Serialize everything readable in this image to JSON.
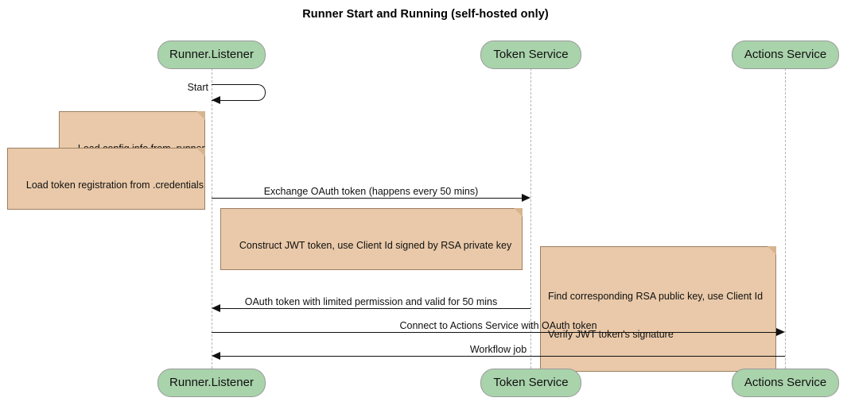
{
  "title": "Runner Start and Running (self-hosted only)",
  "colors": {
    "participant_fill": "#a9d3ab",
    "participant_border": "#9a9a9a",
    "note_fill": "#e9c9a9",
    "note_border": "#9c7f63",
    "lifeline": "#b5b5b5",
    "arrow": "#111111",
    "background": "#ffffff"
  },
  "participants": [
    {
      "id": "runner",
      "label": "Runner.Listener"
    },
    {
      "id": "token",
      "label": "Token Service"
    },
    {
      "id": "actions",
      "label": "Actions Service"
    }
  ],
  "participants_bottom": [
    {
      "id": "runner",
      "label": "Runner.Listener"
    },
    {
      "id": "token",
      "label": "Token Service"
    },
    {
      "id": "actions",
      "label": "Actions Service"
    }
  ],
  "messages": [
    {
      "id": "start",
      "label": "Start",
      "from": "runner",
      "to": "runner",
      "type": "self"
    },
    {
      "id": "exchange",
      "label": "Exchange OAuth token (happens every 50 mins)",
      "from": "runner",
      "to": "token",
      "direction": "right"
    },
    {
      "id": "oauth-return",
      "label": "OAuth token with limited permission and valid for 50 mins",
      "from": "token",
      "to": "runner",
      "direction": "left"
    },
    {
      "id": "connect",
      "label": "Connect to Actions Service with OAuth token",
      "from": "runner",
      "to": "actions",
      "direction": "right"
    },
    {
      "id": "workflow",
      "label": "Workflow job",
      "from": "actions",
      "to": "runner",
      "direction": "left"
    }
  ],
  "notes": [
    {
      "id": "load-config",
      "text": "Load config info from .runner"
    },
    {
      "id": "load-token",
      "text": "Load token registration from .credentials"
    },
    {
      "id": "construct-jwt",
      "text": "Construct JWT token, use Client Id signed by RSA private key"
    },
    {
      "id": "verify-jwt",
      "line1": "Find corresponding RSA public key, use Client Id",
      "line2": "Verify JWT token's signature"
    }
  ]
}
